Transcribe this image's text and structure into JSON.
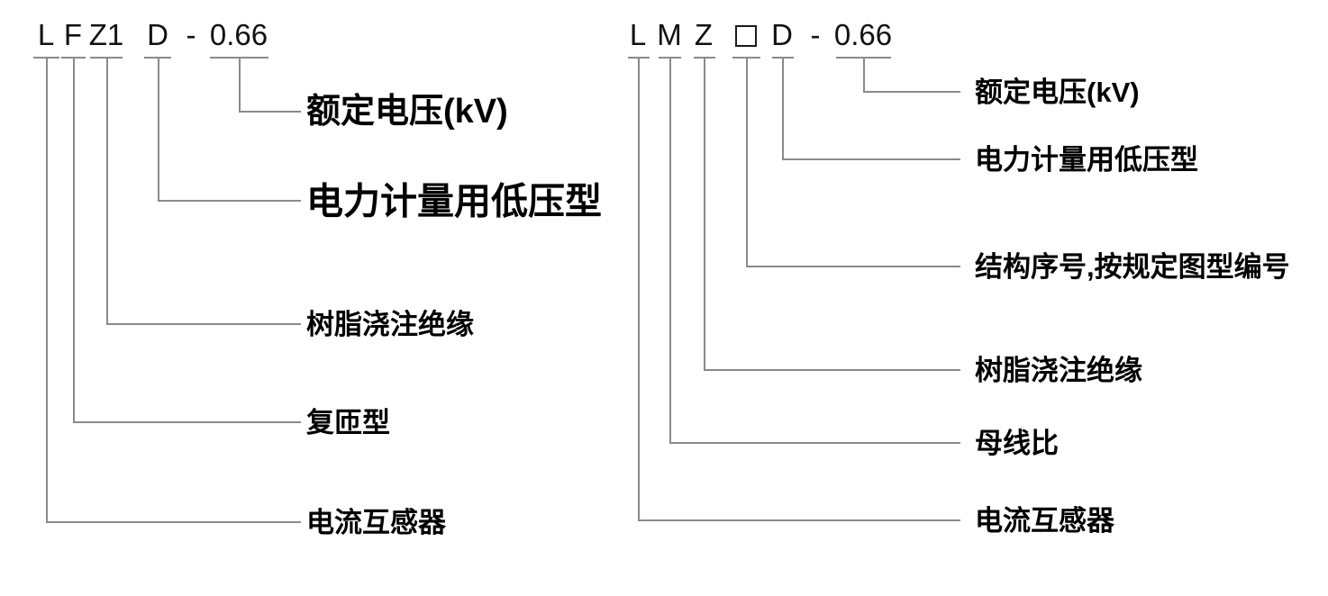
{
  "colors": {
    "background": "#ffffff",
    "line": "#8a8a8a",
    "text": "#000000"
  },
  "left_diagram": {
    "separator": "-",
    "code_parts": [
      {
        "symbol": "L",
        "meaning": "电流互感器"
      },
      {
        "symbol": "F",
        "meaning": "复匝型"
      },
      {
        "symbol": "Z1",
        "meaning": "树脂浇注绝缘"
      },
      {
        "symbol": "D",
        "meaning": "电力计量用低压型"
      },
      {
        "symbol": "0.66",
        "meaning": "额定电压(kV)"
      }
    ]
  },
  "right_diagram": {
    "separator": "-",
    "code_parts": [
      {
        "symbol": "L",
        "meaning": "电流互感器"
      },
      {
        "symbol": "M",
        "meaning": "母线比"
      },
      {
        "symbol": "Z",
        "meaning": "树脂浇注绝缘"
      },
      {
        "symbol": "□",
        "meaning": "结构序号,按规定图型编号"
      },
      {
        "symbol": "D",
        "meaning": "电力计量用低压型"
      },
      {
        "symbol": "0.66",
        "meaning": "额定电压(kV)"
      }
    ]
  }
}
